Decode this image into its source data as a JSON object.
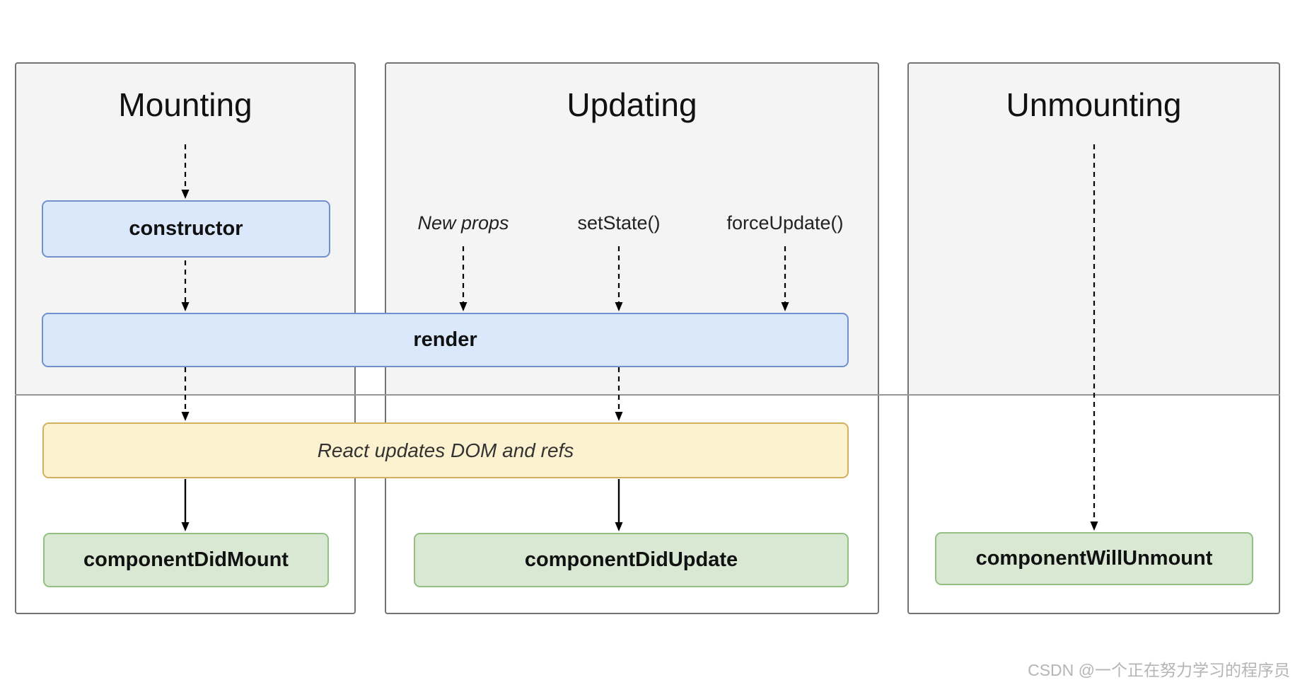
{
  "diagram": {
    "columns": [
      {
        "title": "Mounting"
      },
      {
        "title": "Updating"
      },
      {
        "title": "Unmounting"
      }
    ],
    "triggers": {
      "new_props": "New props",
      "set_state": "setState()",
      "force_update": "forceUpdate()"
    },
    "boxes": {
      "constructor": "constructor",
      "render": "render",
      "react_updates": "React updates DOM and refs",
      "component_did_mount": "componentDidMount",
      "component_did_update": "componentDidUpdate",
      "component_will_unmount": "componentWillUnmount"
    },
    "colors": {
      "panel_fill_top": "#f4f4f4",
      "panel_fill_bottom": "#ffffff",
      "panel_border": "#737373",
      "phase_divider": "#979797",
      "blue_fill": "#dbe8fc",
      "blue_border": "#7191ce",
      "yellow_fill": "#fdf2cf",
      "yellow_border": "#d2b05c",
      "green_fill": "#d9e8d3",
      "green_border": "#93bf82",
      "arrow": "#000000",
      "watermark": "#b5b5b5"
    }
  },
  "watermark": {
    "text": "CSDN @一个正在努力学习的程序员"
  }
}
